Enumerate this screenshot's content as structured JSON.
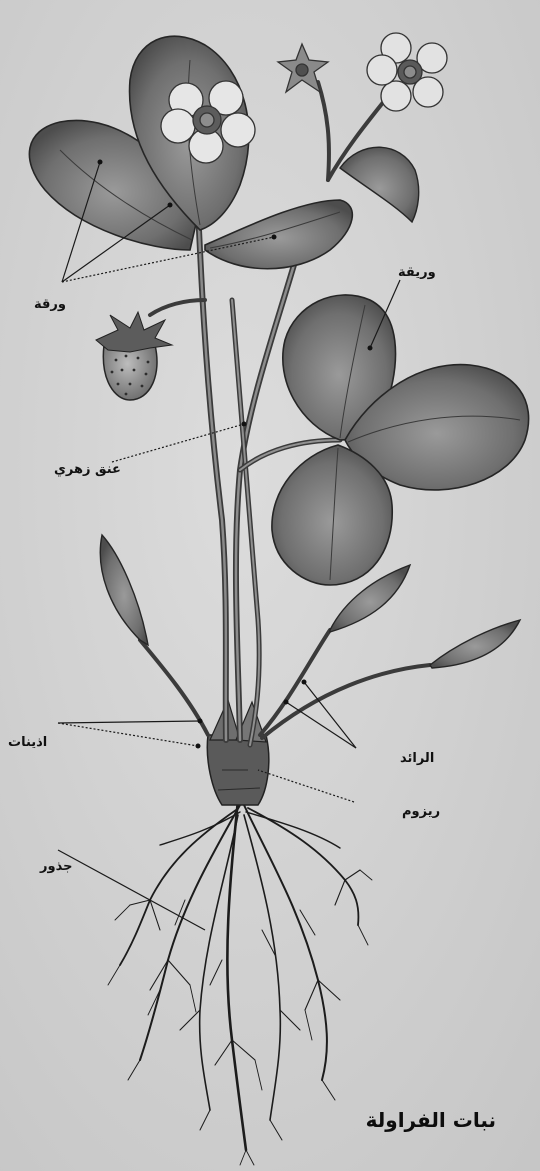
{
  "diagram": {
    "title": "نبات الفراولة",
    "labels": {
      "leaf": "ورقة",
      "leaflet": "وريقة",
      "flower_stalk": "عنق زهري",
      "stipules": "اذينات",
      "runner": "الرائد",
      "rhizome": "ريزوم",
      "roots": "جذور"
    }
  },
  "colors": {
    "background": "#d4d4d4",
    "ink": "#111111",
    "leaf_fill": "#7e7e7e",
    "leaf_dark": "#3c3c3c"
  }
}
